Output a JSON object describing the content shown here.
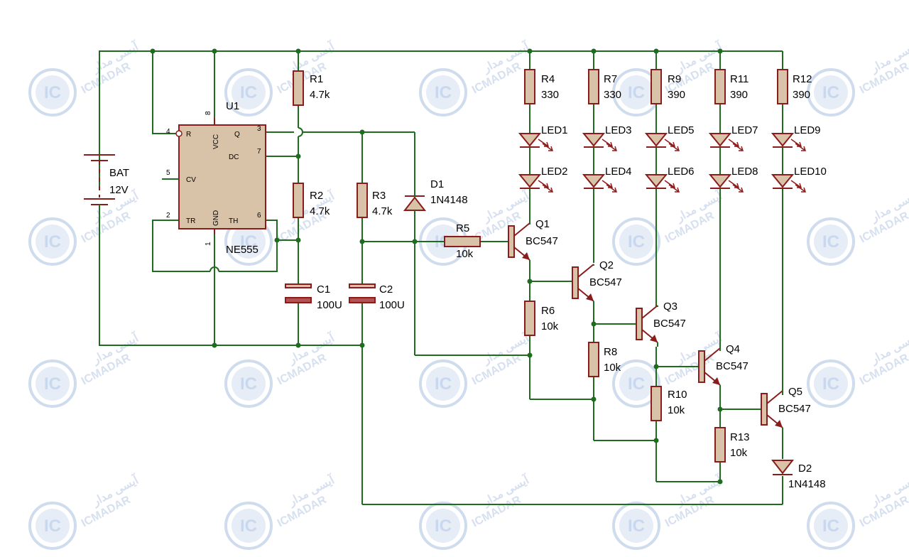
{
  "watermark": {
    "brand": "ICMADAR",
    "persian": "آیسی مدار",
    "logo": "IC"
  },
  "battery": {
    "ref": "BAT",
    "value": "12V"
  },
  "ic": {
    "ref": "U1",
    "part": "NE555",
    "pins": {
      "R": "R",
      "VCC": "VCC",
      "Q": "Q",
      "DC": "DC",
      "CV": "CV",
      "TR": "TR",
      "GND": "GND",
      "TH": "TH"
    },
    "pin_numbers": {
      "R": "4",
      "VCC": "8",
      "Q": "3",
      "DC": "7",
      "CV": "5",
      "TR": "2",
      "GND": "1",
      "TH": "6"
    }
  },
  "resistors": [
    {
      "ref": "R1",
      "value": "4.7k"
    },
    {
      "ref": "R2",
      "value": "4.7k"
    },
    {
      "ref": "R3",
      "value": "4.7k"
    },
    {
      "ref": "R4",
      "value": "330"
    },
    {
      "ref": "R5",
      "value": "10k"
    },
    {
      "ref": "R6",
      "value": "10k"
    },
    {
      "ref": "R7",
      "value": "330"
    },
    {
      "ref": "R8",
      "value": "10k"
    },
    {
      "ref": "R9",
      "value": "390"
    },
    {
      "ref": "R10",
      "value": "10k"
    },
    {
      "ref": "R11",
      "value": "390"
    },
    {
      "ref": "R12",
      "value": "390"
    },
    {
      "ref": "R13",
      "value": "10k"
    }
  ],
  "capacitors": [
    {
      "ref": "C1",
      "value": "100U"
    },
    {
      "ref": "C2",
      "value": "100U"
    }
  ],
  "diodes": [
    {
      "ref": "D1",
      "value": "1N4148"
    },
    {
      "ref": "D2",
      "value": "1N4148"
    }
  ],
  "leds": [
    "LED1",
    "LED2",
    "LED3",
    "LED4",
    "LED5",
    "LED6",
    "LED7",
    "LED8",
    "LED9",
    "LED10"
  ],
  "transistors": [
    {
      "ref": "Q1",
      "value": "BC547"
    },
    {
      "ref": "Q2",
      "value": "BC547"
    },
    {
      "ref": "Q3",
      "value": "BC547"
    },
    {
      "ref": "Q4",
      "value": "BC547"
    },
    {
      "ref": "Q5",
      "value": "BC547"
    }
  ],
  "colors": {
    "wire": "#1f6b1f",
    "component": "#8b1c1c",
    "body": "#d8c2a8",
    "watermark": "#c8d8ee"
  }
}
